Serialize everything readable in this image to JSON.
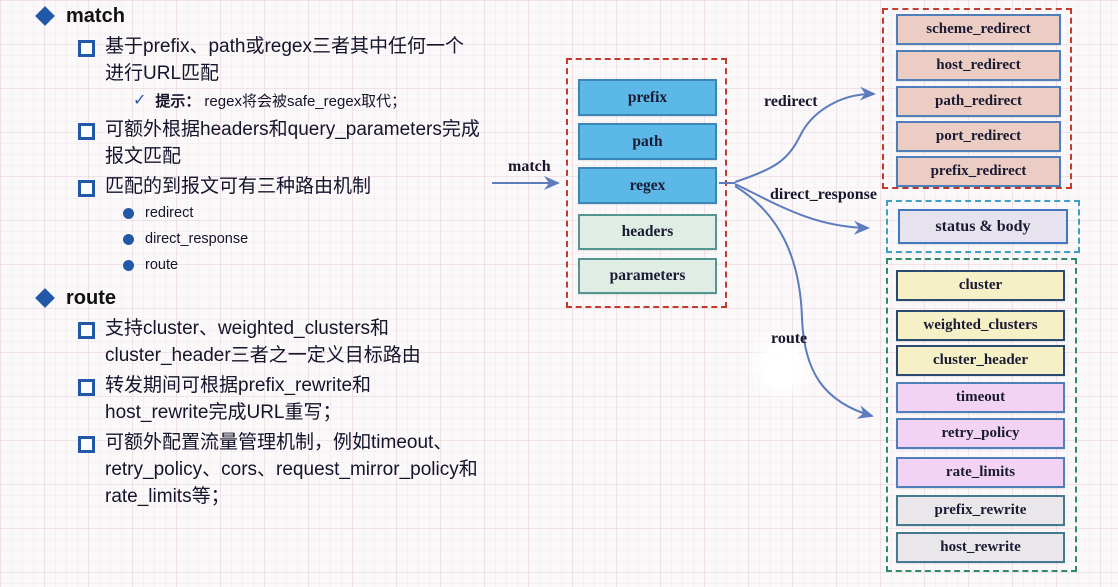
{
  "colors": {
    "bullet_blue": "#2159A8",
    "arrow_blue": "#5C7CBE",
    "dashed_red": "#C23B2C",
    "dashed_cyan": "#3E9FC2",
    "dashed_green": "#2F8C62",
    "node_blue": "#5CB9E7",
    "node_mint": "#DFEDE4",
    "node_salmon": "#EBCDC4",
    "node_lavender": "#E6E2EE",
    "node_yellow": "#F6F0C6",
    "node_pink": "#F3D3F5",
    "node_gray": "#EAE7EB"
  },
  "outline": {
    "sections": [
      {
        "title": "match",
        "bullets": [
          {
            "type": "square",
            "lines": [
              "基于prefix、path或regex三者其中任何一个",
              "进行URL匹配"
            ]
          },
          {
            "type": "check",
            "label": "提示：",
            "lines": [
              "regex将会被safe_regex取代；"
            ]
          },
          {
            "type": "square",
            "lines": [
              "可额外根据headers和query_parameters完成",
              "报文匹配"
            ]
          },
          {
            "type": "square",
            "lines": [
              "匹配的到报文可有三种路由机制"
            ]
          },
          {
            "type": "dot",
            "lines": [
              "redirect"
            ]
          },
          {
            "type": "dot",
            "lines": [
              "direct_response"
            ]
          },
          {
            "type": "dot",
            "lines": [
              "route"
            ]
          }
        ]
      },
      {
        "title": "route",
        "bullets": [
          {
            "type": "square",
            "lines": [
              "支持cluster、weighted_clusters和",
              "cluster_header三者之一定义目标路由"
            ]
          },
          {
            "type": "square",
            "lines": [
              "转发期间可根据prefix_rewrite和",
              "host_rewrite完成URL重写；"
            ]
          },
          {
            "type": "square",
            "lines": [
              "可额外配置流量管理机制，例如timeout、",
              "retry_policy、cors、request_mirror_policy和",
              "rate_limits等；"
            ]
          }
        ]
      }
    ]
  },
  "diagram": {
    "match_arrow_label": "match",
    "match_group": {
      "blue_items": [
        "prefix",
        "path",
        "regex"
      ],
      "mint_items": [
        "headers",
        "parameters"
      ]
    },
    "edges": [
      {
        "label": "redirect"
      },
      {
        "label": "direct_response"
      },
      {
        "label": "route"
      }
    ],
    "redirect_group": {
      "items": [
        "scheme_redirect",
        "host_redirect",
        "path_redirect",
        "port_redirect",
        "prefix_redirect"
      ]
    },
    "direct_response_group": {
      "items": [
        "status & body"
      ]
    },
    "route_group": {
      "cluster_items": [
        "cluster",
        "weighted_clusters",
        "cluster_header"
      ],
      "traffic_items": [
        "timeout",
        "retry_policy",
        "rate_limits"
      ],
      "rewrite_items": [
        "prefix_rewrite",
        "host_rewrite"
      ]
    }
  }
}
